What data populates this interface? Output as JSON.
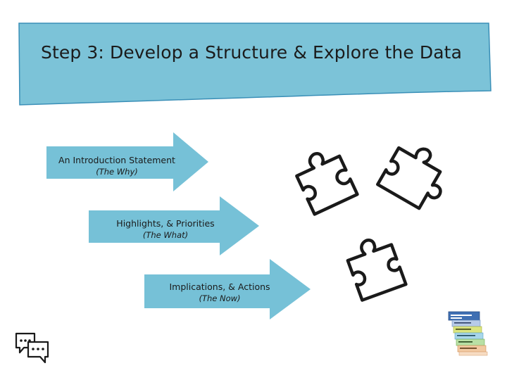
{
  "slide": {
    "title": "Step 3: Develop a Structure & Explore the Data",
    "accent_color": "#7cc3d8",
    "arrow_color": "#76c1d7",
    "arrows": [
      {
        "label": "An Introduction Statement",
        "sub": "(The Why)"
      },
      {
        "label": "Highlights, & Priorities",
        "sub": "(The What)"
      },
      {
        "label": "Implications, & Actions",
        "sub": "(The Now)"
      }
    ],
    "icons": {
      "puzzle": "puzzle-piece-icon",
      "chat": "chat-bubbles-icon",
      "thumbnail": "template-stack-thumbnail"
    }
  }
}
